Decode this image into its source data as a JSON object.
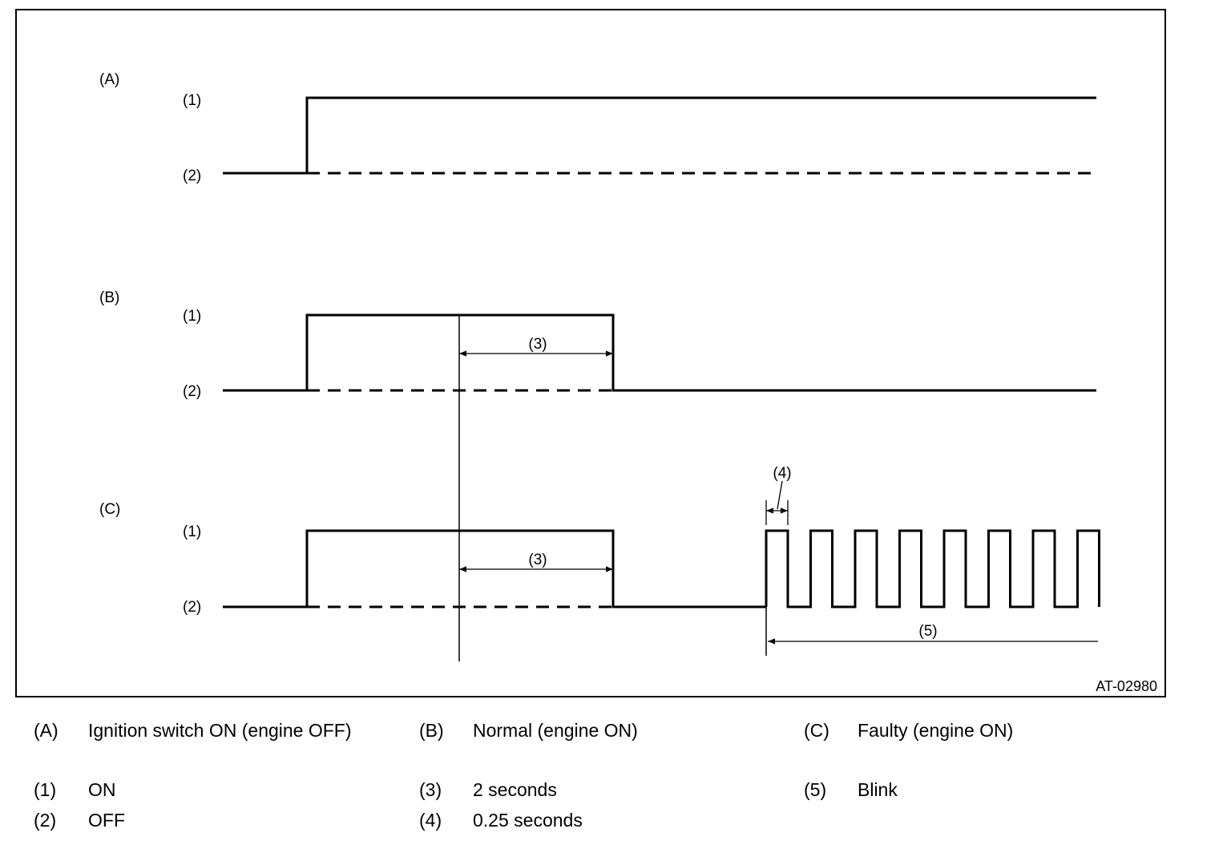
{
  "figure_code": "AT-02980",
  "panels": [
    {
      "id": "A",
      "label": "(A)",
      "level_on": "(1)",
      "level_off": "(2)"
    },
    {
      "id": "B",
      "label": "(B)",
      "level_on": "(1)",
      "level_off": "(2)",
      "duration_label": "(3)"
    },
    {
      "id": "C",
      "label": "(C)",
      "level_on": "(1)",
      "level_off": "(2)",
      "duration_label": "(3)",
      "pulse_width_label": "(4)",
      "blink_label": "(5)",
      "blink_pulse_count": 8
    }
  ],
  "legend": [
    {
      "key": "(A)",
      "text": "Ignition switch ON (engine OFF)"
    },
    {
      "key": "(B)",
      "text": "Normal (engine ON)"
    },
    {
      "key": "(C)",
      "text": "Faulty (engine ON)"
    },
    {
      "key": "(1)",
      "text": "ON"
    },
    {
      "key": "(3)",
      "text": "2 seconds"
    },
    {
      "key": "(5)",
      "text": "Blink"
    },
    {
      "key": "(2)",
      "text": "OFF"
    },
    {
      "key": "(4)",
      "text": "0.25 seconds"
    }
  ]
}
